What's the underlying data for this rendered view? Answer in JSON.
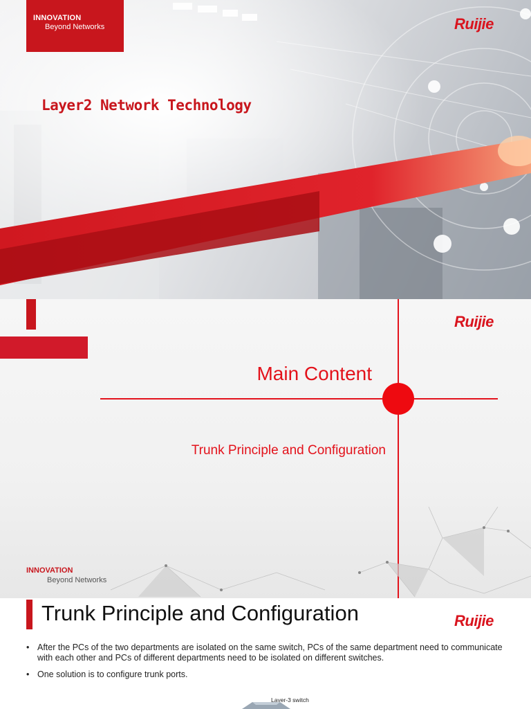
{
  "slide1": {
    "innovation": "INNOVATION",
    "beyond": "Beyond Networks",
    "logo": "Ruijie",
    "title": "Layer2 Network Technology"
  },
  "slide2": {
    "logo": "Ruijie",
    "heading": "Main Content",
    "item": "Trunk Principle and Configuration",
    "innovation": "INNOVATION",
    "beyond": "Beyond Networks"
  },
  "slide3": {
    "title": "Trunk Principle and Configuration",
    "logo": "Ruijie",
    "bullets": [
      "After the PCs of the two departments are isolated on the same switch, PCs of the same department need to communicate with each other and PCs of different departments need to be isolated on different switches.",
      "One solution is to configure trunk ports."
    ],
    "diagram_label": "Layer-3 switch"
  },
  "colors": {
    "brand_red": "#c8161d",
    "accent_red": "#e3121b"
  }
}
